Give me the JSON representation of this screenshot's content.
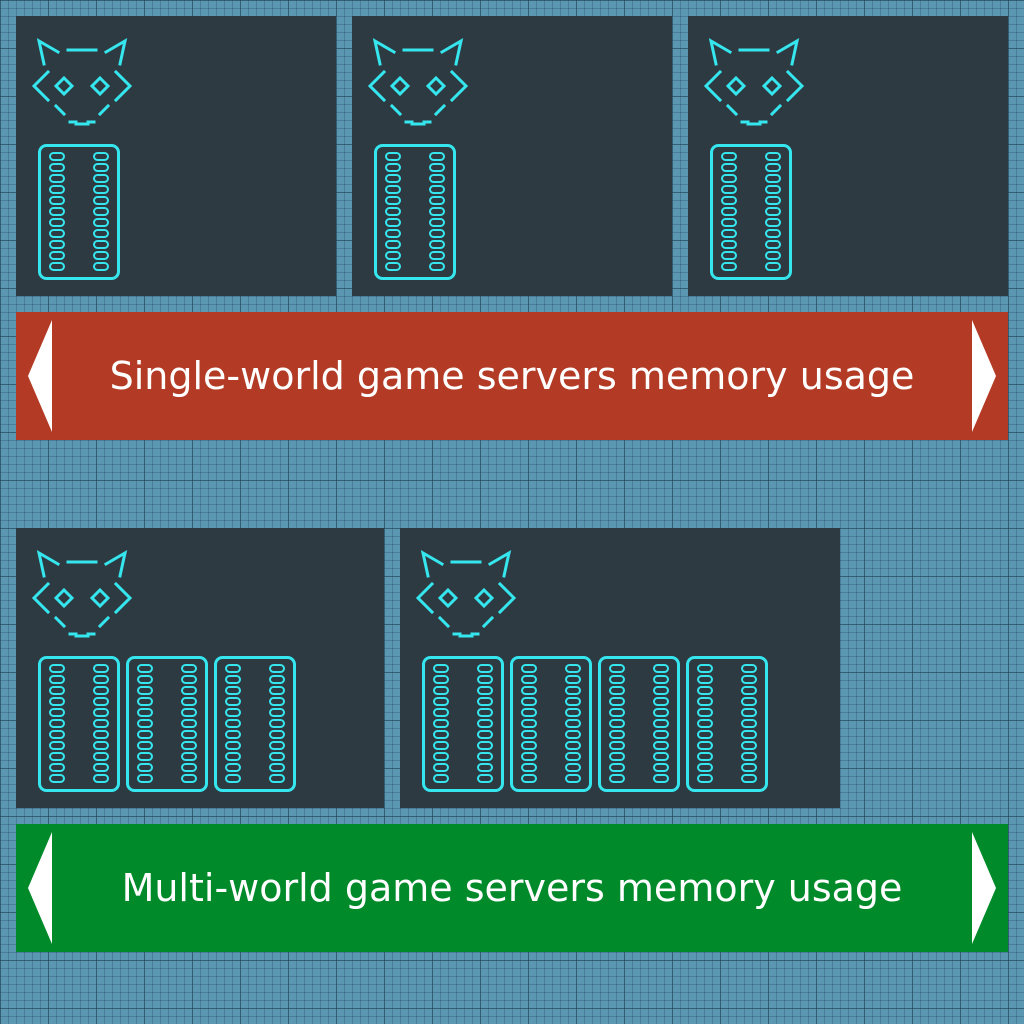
{
  "colors": {
    "panel": "#2d3a42",
    "line": "#36e6ee",
    "single_world": "#b33a24",
    "multi_world": "#008a2a",
    "text": "#ffffff"
  },
  "single_world": {
    "label": "Single-world game servers memory usage",
    "servers": [
      {
        "memory_sticks": 1
      },
      {
        "memory_sticks": 1
      },
      {
        "memory_sticks": 1
      }
    ]
  },
  "multi_world": {
    "label": "Multi-world game servers memory usage",
    "servers": [
      {
        "memory_sticks": 3
      },
      {
        "memory_sticks": 4
      }
    ]
  },
  "icons": [
    "wolf-logo-icon",
    "memory-stick-icon",
    "arrow-left-icon",
    "arrow-right-icon"
  ]
}
